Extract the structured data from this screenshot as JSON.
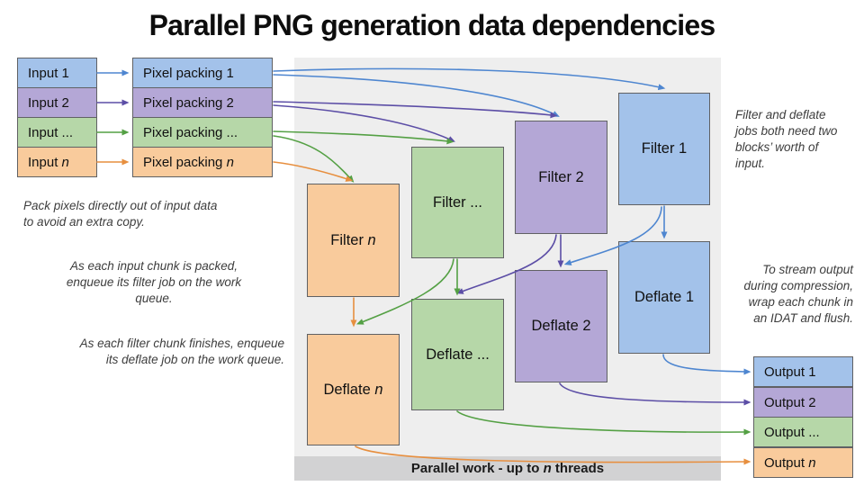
{
  "title": "Parallel PNG generation data dependencies",
  "columns": {
    "inputs": [
      "Input 1",
      "Input 2",
      "Input ...",
      "Input n"
    ],
    "pixel_packing": [
      "Pixel packing 1",
      "Pixel packing 2",
      "Pixel packing ...",
      "Pixel packing n"
    ],
    "filters": [
      "Filter 1",
      "Filter 2",
      "Filter ...",
      "Filter n"
    ],
    "deflates": [
      "Deflate 1",
      "Deflate 2",
      "Deflate ...",
      "Deflate n"
    ],
    "outputs": [
      "Output 1",
      "Output 2",
      "Output ...",
      "Output n"
    ]
  },
  "parallel_band": "Parallel work - up to n threads",
  "notes": {
    "pack": "Pack pixels directly out of input data\nto avoid an extra copy.",
    "enqueue_filter": "As each input chunk is packed,\nenqueue its filter job on the work\nqueue.",
    "enqueue_deflate": "As each filter chunk finishes, enqueue\nits deflate job on the work queue.",
    "two_blocks": "Filter and deflate\njobs both need two\nblocks’ worth of\ninput.",
    "stream_output": "To stream output\nduring compression,\nwrap each chunk in\nan IDAT and flush."
  },
  "colors": {
    "fill_blue": "#a3c2ea",
    "fill_purple": "#b4a7d6",
    "fill_green": "#b6d7a8",
    "fill_orange": "#f9cb9c",
    "arrow_blue": "#4e86d0",
    "arrow_purple": "#5c4ea6",
    "arrow_green": "#54a044",
    "arrow_orange": "#e78f3f",
    "box_border": "#606164",
    "panel_bg": "#eeeeee",
    "band_bg": "#d2d2d3"
  }
}
